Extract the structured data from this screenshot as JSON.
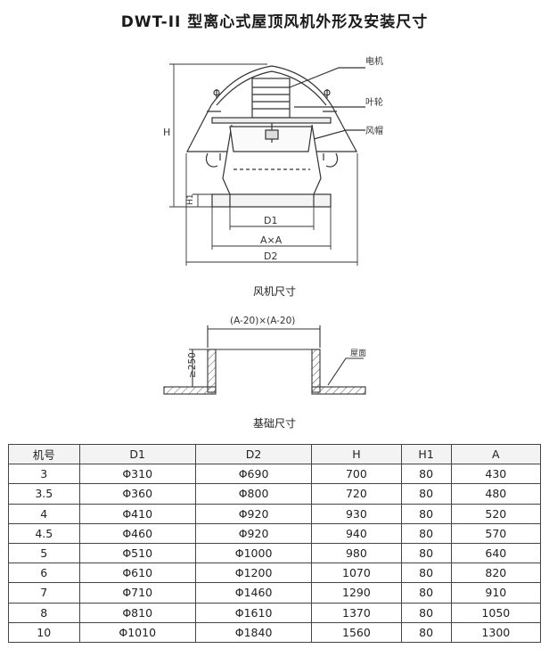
{
  "title": "DWT-II 型离心式屋顶风机外形及安装尺寸",
  "fan_drawing": {
    "caption": "风机尺寸",
    "labels": {
      "motor": "电机",
      "impeller": "叶轮",
      "hood": "风帽",
      "H": "H",
      "H1": "H1",
      "D1": "D1",
      "AxA": "A×A",
      "D2": "D2"
    }
  },
  "base_drawing": {
    "caption": "基础尺寸",
    "labels": {
      "opening": "(A-20)×(A-20)",
      "height": "≥250",
      "roof": "屋面"
    }
  },
  "table": {
    "headers": [
      "机号",
      "D1",
      "D2",
      "H",
      "H1",
      "A"
    ],
    "rows": [
      [
        "3",
        "Φ310",
        "Φ690",
        "700",
        "80",
        "430"
      ],
      [
        "3.5",
        "Φ360",
        "Φ800",
        "720",
        "80",
        "480"
      ],
      [
        "4",
        "Φ410",
        "Φ920",
        "930",
        "80",
        "520"
      ],
      [
        "4.5",
        "Φ460",
        "Φ920",
        "940",
        "80",
        "570"
      ],
      [
        "5",
        "Φ510",
        "Φ1000",
        "980",
        "80",
        "640"
      ],
      [
        "6",
        "Φ610",
        "Φ1200",
        "1070",
        "80",
        "820"
      ],
      [
        "7",
        "Φ710",
        "Φ1460",
        "1290",
        "80",
        "910"
      ],
      [
        "8",
        "Φ810",
        "Φ1610",
        "1370",
        "80",
        "1050"
      ],
      [
        "10",
        "Φ1010",
        "Φ1840",
        "1560",
        "80",
        "1300"
      ]
    ]
  }
}
